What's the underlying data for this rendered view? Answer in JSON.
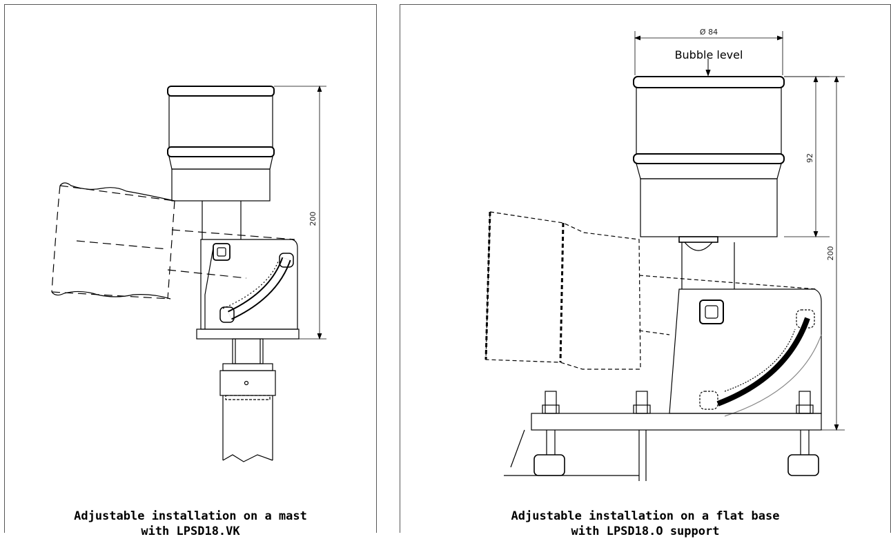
{
  "left_figure": {
    "dimension_height": "200",
    "caption_line1": "Adjustable installation on a mast",
    "caption_line2": "with LPSD18.VK"
  },
  "right_figure": {
    "dimension_diameter": "Ø 84",
    "callout_label": "Bubble level",
    "dimension_sensor_height": "92",
    "dimension_total_height": "200",
    "caption_line1": "Adjustable installation on a flat base",
    "caption_line2": "with LPSD18.O support"
  }
}
